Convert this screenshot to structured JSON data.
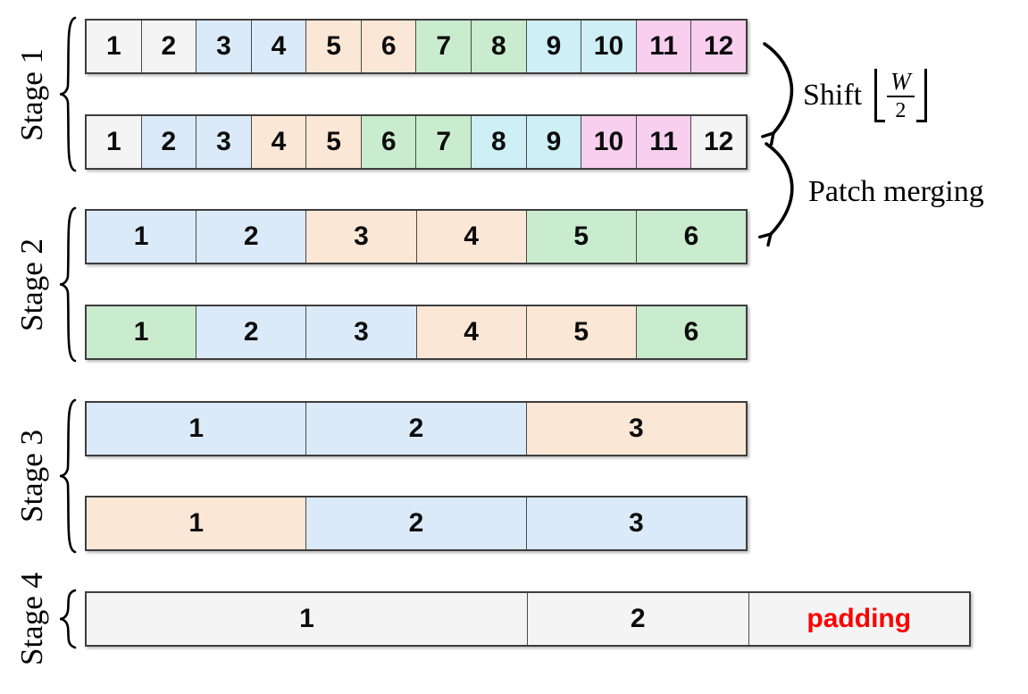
{
  "stages": [
    {
      "label": "Stage 1",
      "rows": [
        {
          "cells": [
            {
              "label": "1",
              "color": "white"
            },
            {
              "label": "2",
              "color": "white"
            },
            {
              "label": "3",
              "color": "blue"
            },
            {
              "label": "4",
              "color": "blue"
            },
            {
              "label": "5",
              "color": "peach"
            },
            {
              "label": "6",
              "color": "peach"
            },
            {
              "label": "7",
              "color": "green"
            },
            {
              "label": "8",
              "color": "green"
            },
            {
              "label": "9",
              "color": "cyan"
            },
            {
              "label": "10",
              "color": "cyan"
            },
            {
              "label": "11",
              "color": "pink"
            },
            {
              "label": "12",
              "color": "pink"
            }
          ]
        },
        {
          "cells": [
            {
              "label": "1",
              "color": "white"
            },
            {
              "label": "2",
              "color": "blue"
            },
            {
              "label": "3",
              "color": "blue"
            },
            {
              "label": "4",
              "color": "peach"
            },
            {
              "label": "5",
              "color": "peach"
            },
            {
              "label": "6",
              "color": "green"
            },
            {
              "label": "7",
              "color": "green"
            },
            {
              "label": "8",
              "color": "cyan"
            },
            {
              "label": "9",
              "color": "cyan"
            },
            {
              "label": "10",
              "color": "pink"
            },
            {
              "label": "11",
              "color": "pink"
            },
            {
              "label": "12",
              "color": "white"
            }
          ]
        }
      ]
    },
    {
      "label": "Stage 2",
      "rows": [
        {
          "cells": [
            {
              "label": "1",
              "color": "blue"
            },
            {
              "label": "2",
              "color": "blue"
            },
            {
              "label": "3",
              "color": "peach"
            },
            {
              "label": "4",
              "color": "peach"
            },
            {
              "label": "5",
              "color": "green"
            },
            {
              "label": "6",
              "color": "green"
            }
          ]
        },
        {
          "cells": [
            {
              "label": "1",
              "color": "green"
            },
            {
              "label": "2",
              "color": "blue"
            },
            {
              "label": "3",
              "color": "blue"
            },
            {
              "label": "4",
              "color": "peach"
            },
            {
              "label": "5",
              "color": "peach"
            },
            {
              "label": "6",
              "color": "green"
            }
          ]
        }
      ]
    },
    {
      "label": "Stage 3",
      "rows": [
        {
          "cells": [
            {
              "label": "1",
              "color": "blue"
            },
            {
              "label": "2",
              "color": "blue"
            },
            {
              "label": "3",
              "color": "peach"
            }
          ]
        },
        {
          "cells": [
            {
              "label": "1",
              "color": "peach"
            },
            {
              "label": "2",
              "color": "blue"
            },
            {
              "label": "3",
              "color": "blue"
            }
          ]
        }
      ]
    },
    {
      "label": "Stage 4",
      "rows": [
        {
          "cells": [
            {
              "label": "1",
              "color": "white",
              "flex": 2
            },
            {
              "label": "2",
              "color": "white",
              "flex": 1
            },
            {
              "label": "padding",
              "color": "white",
              "flex": 1,
              "emphasis": "red"
            }
          ]
        }
      ]
    }
  ],
  "annotations": {
    "shift": {
      "text": "Shift",
      "numerator": "W",
      "denominator": "2"
    },
    "patch_merging": {
      "text": "Patch merging"
    }
  },
  "colors": {
    "white": "#f4f4f4",
    "blue": "#dbeaf8",
    "peach": "#fbe7d6",
    "green": "#c9ebce",
    "cyan": "#cdeff5",
    "pink": "#f8cfee",
    "padding_text": "#ff0000",
    "line": "#000000"
  }
}
